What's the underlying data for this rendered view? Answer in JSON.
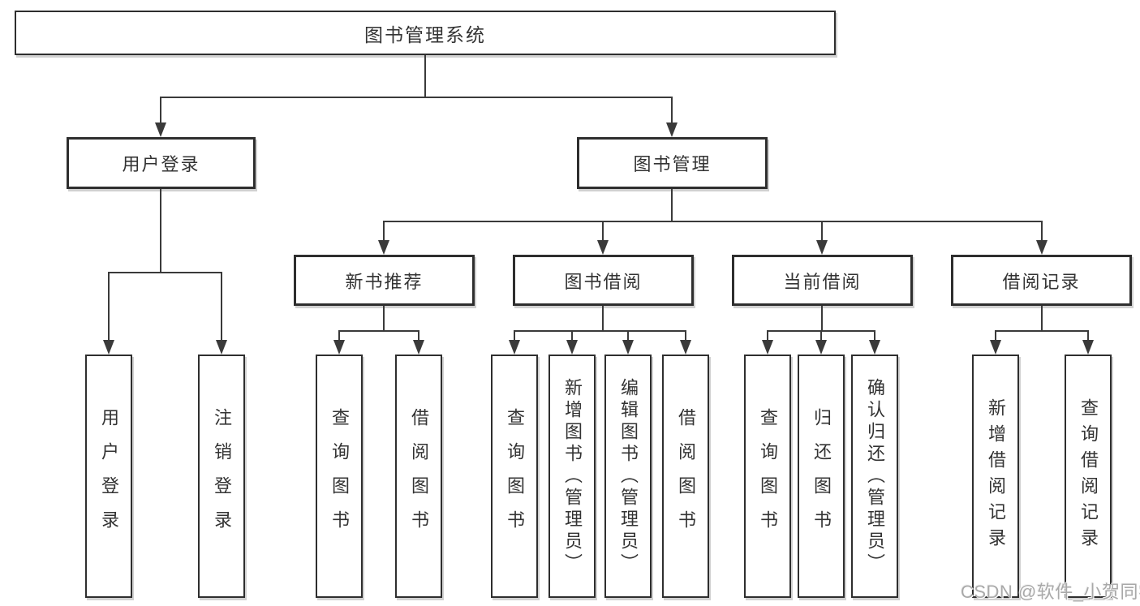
{
  "tree": {
    "root": {
      "label": "图书管理系统",
      "children": [
        {
          "label": "用户登录",
          "children": [
            {
              "label": "用户登录"
            },
            {
              "label": "注销登录"
            }
          ]
        },
        {
          "label": "图书管理",
          "children": [
            {
              "label": "新书推荐",
              "children": [
                {
                  "label": "查询图书"
                },
                {
                  "label": "借阅图书"
                }
              ]
            },
            {
              "label": "图书借阅",
              "children": [
                {
                  "label": "查询图书"
                },
                {
                  "label": "新增图书（管理员）"
                },
                {
                  "label": "编辑图书（管理员）"
                },
                {
                  "label": "借阅图书"
                }
              ]
            },
            {
              "label": "当前借阅",
              "children": [
                {
                  "label": "查询图书"
                },
                {
                  "label": "归还图书"
                },
                {
                  "label": "确认归还（管理员）"
                }
              ]
            },
            {
              "label": "借阅记录",
              "children": [
                {
                  "label": "新增借阅记录"
                },
                {
                  "label": "查询借阅记录"
                }
              ]
            }
          ]
        }
      ]
    }
  },
  "watermark": {
    "text": "CSDN @软件_小贺同学"
  },
  "colors": {
    "line": "#3a3a3a",
    "border": "#2e2e2e",
    "text": "#333333",
    "background": "#ffffff",
    "watermark": "#a9a9a9"
  }
}
